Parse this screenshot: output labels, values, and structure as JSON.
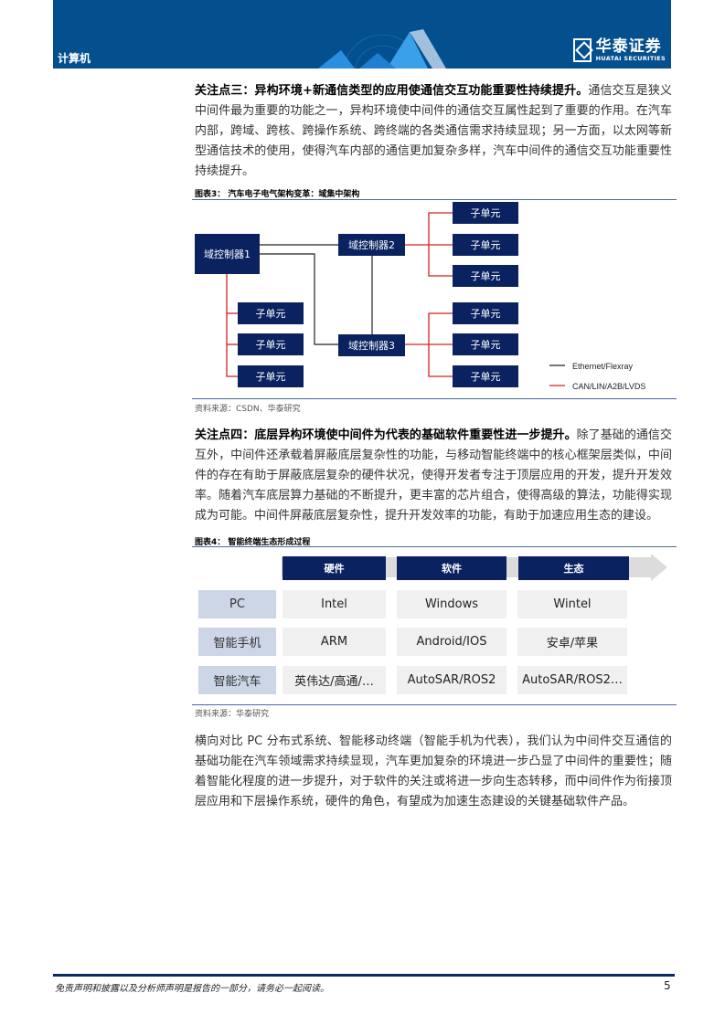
{
  "header": {
    "section": "计算机",
    "logo": {
      "cn": "华泰证券",
      "en": "HUATAI SECURITIES"
    },
    "colors": {
      "banner": "#04508f",
      "navy": "#0a2260",
      "red": "#d42020"
    }
  },
  "paragraphs": [
    {
      "bold": "关注点三：异构环境+新通信类型的应用使通信交互功能重要性持续提升。",
      "text": "通信交互是狭义中间件最为重要的功能之一，异构环境使中间件的通信交互属性起到了重要的作用。在汽车内部，跨域、跨核、跨操作系统、跨终端的各类通信需求持续显现；另一方面，以太网等新型通信技术的使用，使得汽车内部的通信更加复杂多样，汽车中间件的通信交互功能重要性持续提升。"
    },
    {
      "bold": "关注点四：底层异构环境使中间件为代表的基础软件重要性进一步提升。",
      "text": "除了基础的通信交互外，中间件还承载着屏蔽底层复杂性的功能，与移动智能终端中的核心框架层类似，中间件的存在有助于屏蔽底层复杂的硬件状况，使得开发者专注于顶层应用的开发，提升开发效率。随着汽车底层算力基础的不断提升，更丰富的芯片组合，使得高级的算法，功能得实现成为可能。中间件屏蔽底层复杂性，提升开发效率的功能，有助于加速应用生态的建设。"
    },
    {
      "bold": "",
      "text": "横向对比 PC 分布式系统、智能移动终端（智能手机为代表），我们认为中间件交互通信的基础功能在汽车领域需求持续显现，汽车更加复杂的环境进一步凸显了中间件的重要性；随着智能化程度的进一步提升，对于软件的关注或将进一步向生态转移，而中间件作为衔接顶层应用和下层操作系统，硬件的角色，有望成为加速生态建设的关键基础软件产品。"
    }
  ],
  "figure3": {
    "title": "图表3：  汽车电子电气架构变革：域集中架构",
    "controllers": [
      "域控制器1",
      "域控制器2",
      "域控制器3"
    ],
    "subunit": "子单元",
    "legend": [
      "Ethernet/Flexray",
      "CAN/LIN/A2B/LVDS"
    ],
    "source": "资料来源：CSDN、华泰研究"
  },
  "figure4": {
    "title": "图表4：  智能终端生态形成过程",
    "columns": [
      "硬件",
      "软件",
      "生态"
    ],
    "rows": [
      {
        "label": "PC",
        "cells": [
          "Intel",
          "Windows",
          "Wintel"
        ]
      },
      {
        "label": "智能手机",
        "cells": [
          "ARM",
          "Android/IOS",
          "安卓/苹果"
        ]
      },
      {
        "label": "智能汽车",
        "cells": [
          "英伟达/高通/…",
          "AutoSAR/ROS2",
          "AutoSAR/ROS2…"
        ]
      }
    ],
    "source": "资料来源：华泰研究"
  },
  "footer": {
    "disclaimer": "免责声明和披露以及分析师声明是报告的一部分，请务必一起阅读。",
    "page": "5"
  }
}
